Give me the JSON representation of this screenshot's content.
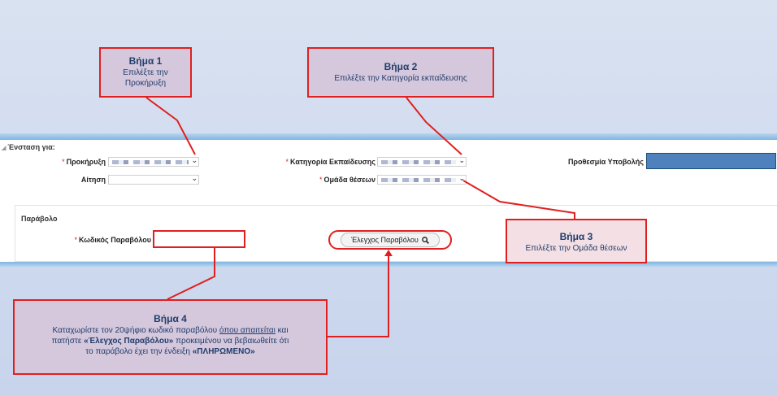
{
  "form": {
    "section_title": "Ένσταση για:",
    "prokiryxi_label": "Προκήρυξη",
    "aitisi_label": "Αίτηση",
    "katigoria_label": "Κατηγορία Εκπαίδευσης",
    "omada_label": "Ομάδα θέσεων",
    "prothesmia_label": "Προθεσμία Υποβολής",
    "required_mark": "*"
  },
  "parabolo": {
    "title": "Παράβολο",
    "kodikos_label": "Κωδικός Παραβόλου",
    "check_button_label": "Έλεγχος Παραβόλου"
  },
  "callouts": {
    "step1": {
      "title": "Βήμα 1",
      "line1": "Επιλέξτε την",
      "line2": "Προκήρυξη"
    },
    "step2": {
      "title": "Βήμα 2",
      "line1": "Επιλέξτε την Κατηγορία εκπαίδευσης"
    },
    "step3": {
      "title": "Βήμα 3",
      "line1": "Επιλέξτε την Ομάδα θέσεων"
    },
    "step4": {
      "title": "Βήμα 4",
      "p1": "Καταχωρίστε τον 20ψήφιο κωδικό παραβόλου ",
      "p1_u": "όπου απαιτείται",
      "p1_end": " και",
      "p2": "πατήστε ",
      "p2_b": "«Έλεγχος Παραβόλου»",
      "p2_end": " προκειμένου να βεβαιωθείτε ότι",
      "p3": "το παράβολο έχει την ένδειξη ",
      "p3_b": "«ΠΛΗΡΩΜΕΝΟ»"
    }
  },
  "colors": {
    "accent": "#e02020",
    "callout_bg": "#d5c7dc",
    "deadline_field": "#4f81bd"
  }
}
